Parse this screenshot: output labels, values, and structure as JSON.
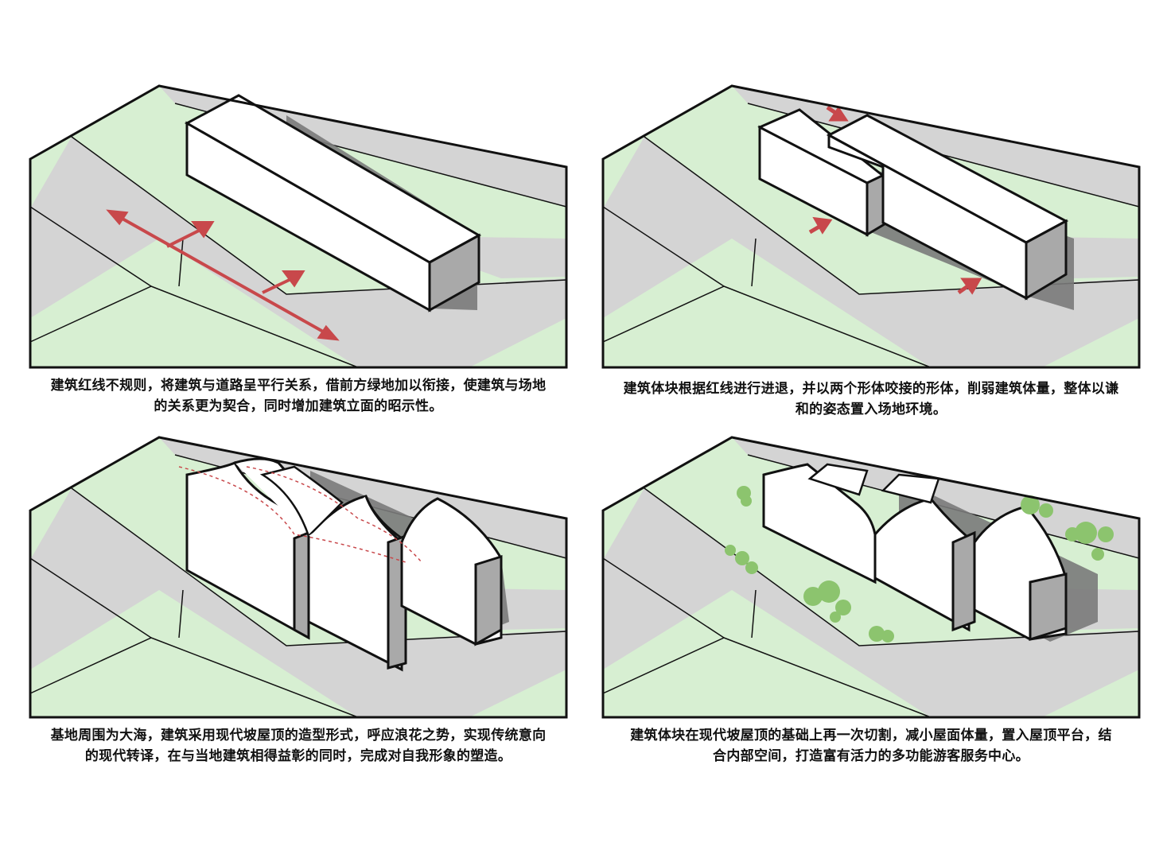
{
  "colors": {
    "site_green": "#d7efd2",
    "road_gray": "#d4d4d4",
    "building_white": "#ffffff",
    "building_side": "#a9a9a9",
    "shadow": "#7a7a7a",
    "arrow_red": "#c8484b",
    "tree_green": "#8cc46e",
    "outline": "#111111"
  },
  "panels": [
    {
      "caption": [
        "建筑红线不规则，将建筑与道路呈平行关系，借前方绿地加以衔接，使建筑与场地",
        "的关系更为契合，同时增加建筑立面的昭示性。"
      ]
    },
    {
      "caption": [
        "建筑体块根据红线进行进退，并以两个形体咬接的形体，削弱建筑体量，整体以谦",
        "和的姿态置入场地环境。"
      ]
    },
    {
      "caption": [
        "基地周围为大海，建筑采用现代坡屋顶的造型形式，呼应浪花之势，实现传统意向",
        "的现代转译，在与当地建筑相得益彰的同时，完成对自我形象的塑造。"
      ]
    },
    {
      "caption": [
        "建筑体块在现代坡屋顶的基础上再一次切割，减小屋面体量，置入屋顶平台，结",
        "合内部空间，打造富有活力的多功能游客服务中心。"
      ]
    }
  ]
}
